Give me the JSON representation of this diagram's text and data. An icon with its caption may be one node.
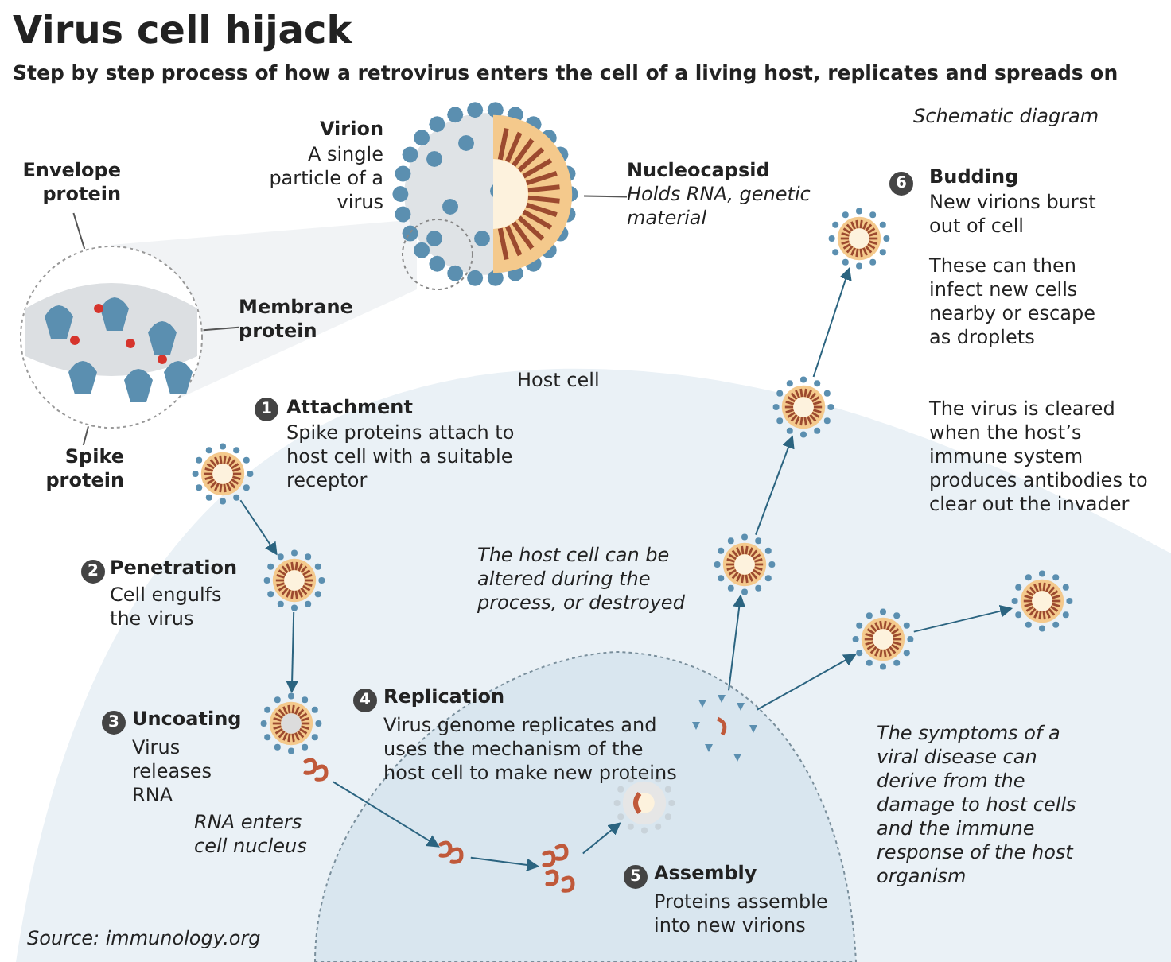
{
  "diagram": {
    "title": "Virus cell hijack",
    "nodes": [
      {
        "text": [
          "Host cell"
        ]
      },
      {
        "text": [],
        "shape": "circle",
        "in": 0
      },
      {
        "text": [],
        "shape": "picture",
        "beside": [
          "Virion",
          "A single particle of a virus"
        ]
      },
      {
        "text": [
          "Nucleocapsid",
          "Holds RNA, genetic material"
        ]
      },
      {
        "text": [],
        "shape": "picture"
      },
      {
        "text": [
          "Envelope protein"
        ]
      },
      {
        "text": [
          "Membrane protein"
        ]
      },
      {
        "text": [
          "Spike protein"
        ]
      },
      {
        "text": [],
        "shape": "picture",
        "beside": [
          "1",
          "Attachment",
          "Spike proteins attach to host cell with a suitable receptor"
        ]
      },
      {
        "text": [],
        "shape": "picture",
        "in": 0,
        "beside": [
          "2",
          "Penetration",
          "Cell engulfs the virus"
        ]
      },
      {
        "text": [],
        "shape": "picture",
        "in": 0,
        "beside": [
          "3",
          "Uncoating",
          "Virus releases RNA"
        ]
      },
      {
        "text": [],
        "shape": "picture",
        "in": 0,
        "beside": [
          "RNA enters cell nucleus"
        ]
      },
      {
        "text": [],
        "shape": "picture",
        "in": 1,
        "beside": [
          "4",
          "Replication",
          "Virus genome replicates and uses the mechanism of the host cell to make new proteins"
        ]
      },
      {
        "text": [],
        "shape": "picture",
        "in": 1
      },
      {
        "text": [],
        "shape": "picture",
        "in": 1,
        "beside": [
          "5",
          "Assembly",
          "Proteins assemble into new virions"
        ]
      },
      {
        "text": [],
        "shape": "picture",
        "in": 1
      },
      {
        "text": [],
        "shape": "picture",
        "in": 0
      },
      {
        "text": [],
        "shape": "picture",
        "in": 0
      },
      {
        "text": [],
        "shape": "picture",
        "beside": [
          "6",
          "Budding",
          "New virions burst out of cell",
          "These can then infect new cells nearby or escape as droplets"
        ]
      },
      {
        "text": [],
        "shape": "picture",
        "in": 0
      },
      {
        "text": [],
        "shape": "picture",
        "in": 0
      }
    ],
    "edges": [
      {
        "from": 3,
        "to": 2,
        "arrow": "none"
      },
      {
        "from": 5,
        "to": 4,
        "arrow": "none"
      },
      {
        "from": 6,
        "to": 4,
        "arrow": "none"
      },
      {
        "from": 7,
        "to": 4,
        "arrow": "none"
      },
      {
        "from": 8,
        "to": 9,
        "arrow": "to"
      },
      {
        "from": 9,
        "to": 10,
        "arrow": "to"
      },
      {
        "from": 11,
        "to": 12,
        "arrow": "to"
      },
      {
        "from": 12,
        "to": 13,
        "arrow": "to"
      },
      {
        "from": 13,
        "to": 14,
        "arrow": "to"
      },
      {
        "from": 15,
        "to": 16,
        "arrow": "to"
      },
      {
        "from": 16,
        "to": 17,
        "arrow": "to"
      },
      {
        "from": 17,
        "to": 18,
        "arrow": "to"
      },
      {
        "from": 15,
        "to": 19,
        "arrow": "to"
      },
      {
        "from": 19,
        "to": 20,
        "arrow": "to"
      }
    ],
    "labels": [
      "Step by step process of how a retrovirus enters the cell of a living host, replicates and spreads on",
      "Schematic diagram",
      "The virus is cleared when the host’s immune system produces antibodies to clear out the invader",
      "The host cell can be altered during the process, or destroyed",
      "The symptoms of a viral disease can derive from the damage to host cells and the immune response of the host organism",
      "Source: immunology.org"
    ]
  }
}
